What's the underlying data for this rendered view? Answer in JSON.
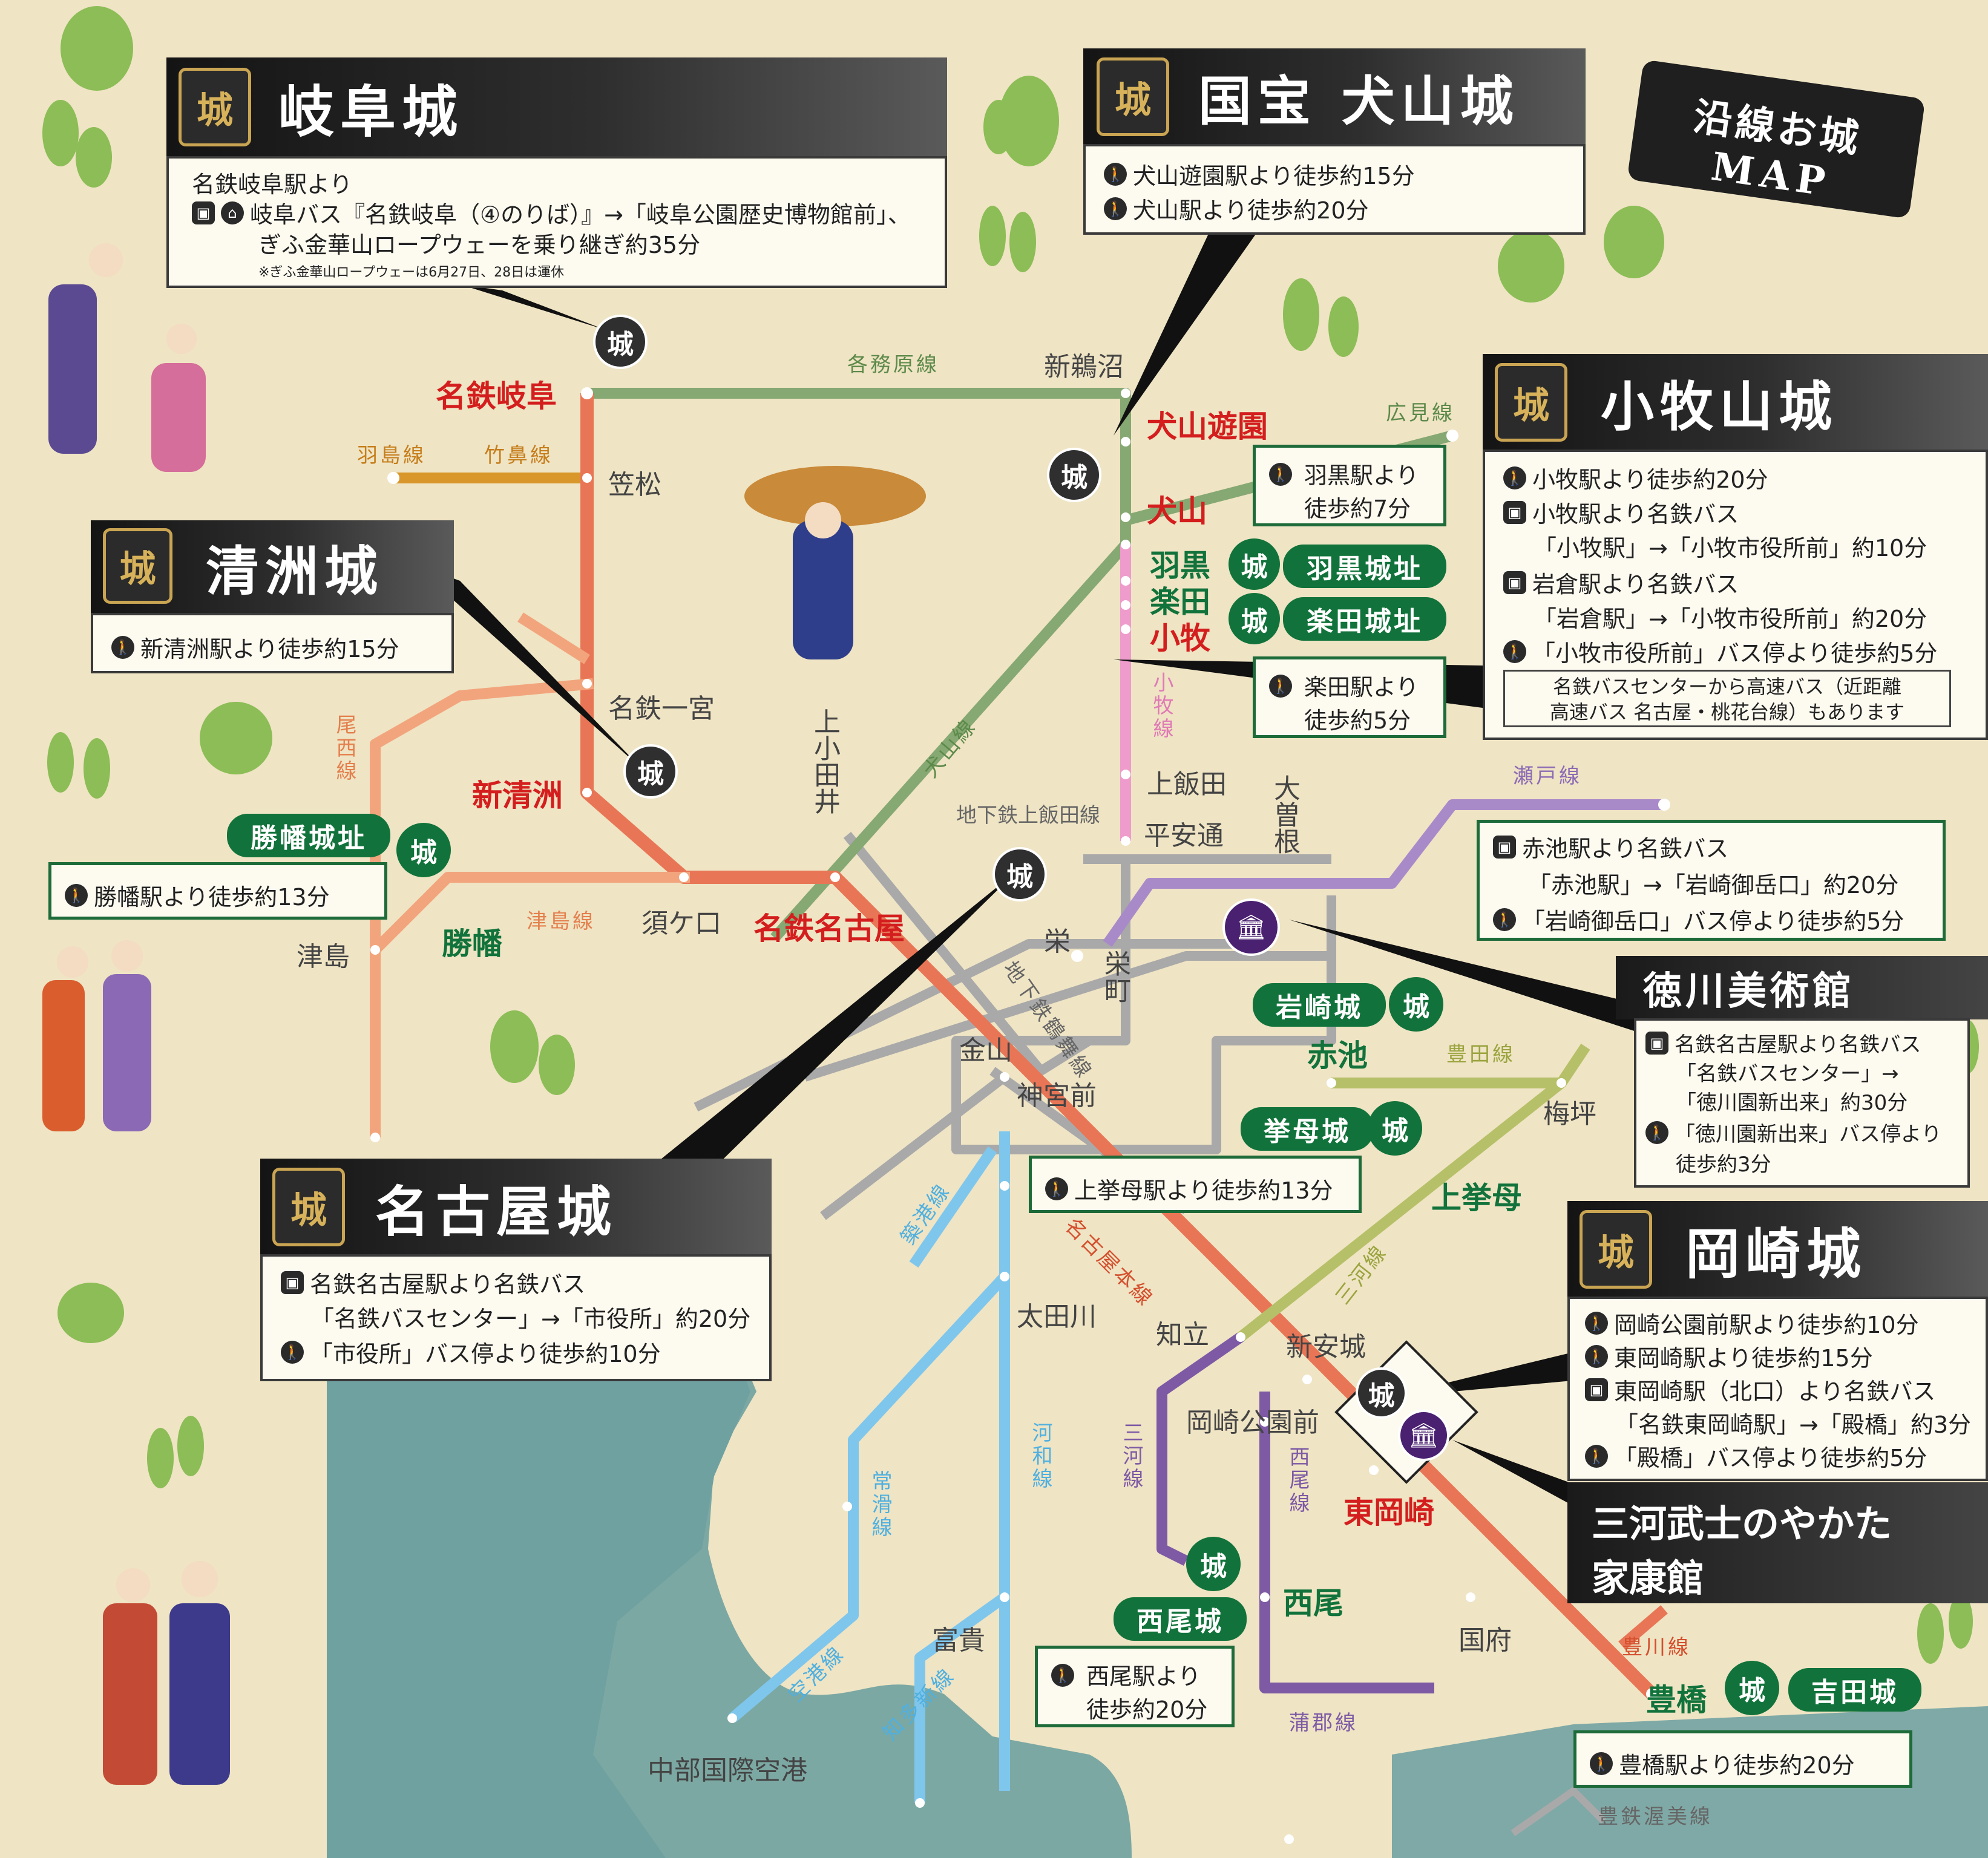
{
  "title": {
    "line1": "沿線お城",
    "line2": "MAP"
  },
  "colors": {
    "meitetsu_main": "#e87656",
    "inuyama": "#86a872",
    "komaki": "#ee9ccc",
    "seto": "#a98ac9",
    "mikawa": "#7e5aa5",
    "toyota": "#b6c068",
    "tokoname": "#7fc6ec",
    "subway": "#a9a9a9",
    "oshima": "#f2a57d",
    "hashima": "#d9962b",
    "bay": "#6fa1a0",
    "castle_green": "#11733b"
  },
  "castles": {
    "gifu": {
      "name": "岐阜城",
      "lines": [
        "名鉄岐阜駅より",
        "岐阜バス『名鉄岐阜（④のりば）』→「岐阜公園歴史博物館前」、",
        "ぎふ金華山ロープウェーを乗り継ぎ約35分"
      ],
      "note": "※ぎふ金華山ロープウェーは6月27日、28日は運休"
    },
    "inuyama": {
      "name": "国宝 犬山城",
      "lines": [
        "犬山遊園駅より徒歩約15分",
        "犬山駅より徒歩約20分"
      ]
    },
    "komaki": {
      "name": "小牧山城",
      "lines": [
        "小牧駅より徒歩約20分",
        "小牧駅より名鉄バス",
        "「小牧駅」→「小牧市役所前」約10分",
        "岩倉駅より名鉄バス",
        "「岩倉駅」→「小牧市役所前」約20分",
        "「小牧市役所前」バス停より徒歩約5分"
      ],
      "note1": "名鉄バスセンターから高速バス（近距離",
      "note2": "高速バス 名古屋・桃花台線）もあります"
    },
    "kiyosu": {
      "name": "清洲城",
      "lines": [
        "新清洲駅より徒歩約15分"
      ]
    },
    "nagoya": {
      "name": "名古屋城",
      "lines": [
        "名鉄名古屋駅より名鉄バス",
        "「名鉄バスセンター」→「市役所」約20分",
        "「市役所」バス停より徒歩約10分"
      ]
    },
    "okazaki": {
      "name": "岡崎城",
      "lines": [
        "岡崎公園前駅より徒歩約10分",
        "東岡崎駅より徒歩約15分",
        "東岡崎駅（北口）より名鉄バス",
        "「名鉄東岡崎駅」→「殿橋」約3分",
        "「殿橋」バス停より徒歩約5分"
      ]
    }
  },
  "tokugawa": {
    "name": "徳川美術館",
    "lines": [
      "名鉄名古屋駅より名鉄バス",
      "「名鉄バスセンター」→",
      "「徳川園新出来」約30分",
      "「徳川園新出来」バス停より",
      "徒歩約3分"
    ]
  },
  "ieyasu": {
    "line1": "三河武士のやかた",
    "line2": "家康館"
  },
  "small_castles": {
    "hakuro": "羽黒城址",
    "gakuden": "楽田城址",
    "shobata": "勝幡城址",
    "iwasaki": "岩崎城",
    "koromo": "挙母城",
    "nishio": "西尾城",
    "yoshida": "吉田城"
  },
  "access": {
    "hakuro": [
      "羽黒駅より",
      "徒歩約7分"
    ],
    "gakuden": [
      "楽田駅より",
      "徒歩約5分"
    ],
    "shobata": "勝幡駅より徒歩約13分",
    "iwasaki": [
      "赤池駅より名鉄バス",
      "「赤池駅」→「岩崎御岳口」約20分",
      "「岩崎御岳口」バス停より徒歩約5分"
    ],
    "koromo": "上挙母駅より徒歩約13分",
    "nishio": [
      "西尾駅より",
      "徒歩約20分"
    ],
    "yoshida": "豊橋駅より徒歩約20分"
  },
  "castle_glyph": "城",
  "museum_glyph": "🏛",
  "icon_names": {
    "walk": "walk-icon",
    "bus": "bus-icon",
    "ropeway": "ropeway-icon"
  },
  "stations": {
    "meitetsu_gifu": "名鉄岐阜",
    "kasamatsu": "笠松",
    "meitetsu_ichinomiya": "名鉄一宮",
    "shin_kiyosu": "新清洲",
    "sukaguchi": "須ケ口",
    "meitetsu_nagoya": "名鉄名古屋",
    "shin_unuma": "新鵜沼",
    "inuyama_yuen": "犬山遊園",
    "inuyama": "犬山",
    "haguro": "羽黒",
    "gakuden": "楽田",
    "komaki": "小牧",
    "kami_otai": "上小田井",
    "kami_iida": "上飯田",
    "heian_dori": "平安通",
    "ozone": "大曽根",
    "sakae": "栄",
    "sakaemachi": "栄町",
    "kanayama": "金山",
    "jingu_mae": "神宮前",
    "akaike": "赤池",
    "umetsubo": "梅坪",
    "kami_koromo": "上挙母",
    "otagawa": "太田川",
    "chiryu": "知立",
    "shin_anjo": "新安城",
    "okazaki_koen_mae": "岡崎公園前",
    "higashi_okazaki": "東岡崎",
    "nishio": "西尾",
    "kokufu": "国府",
    "toyohashi": "豊橋",
    "tomiki": "富貴",
    "chubu_airport": "中部国際空港",
    "tsushima": "津島",
    "shobata": "勝幡"
  },
  "line_names": {
    "kakamigahara": "各務原線",
    "hiromi": "広見線",
    "hashima": "羽島線",
    "takehana": "竹鼻線",
    "bisai": "尾西線",
    "inuyama": "犬山線",
    "komaki": "小牧線",
    "tsushima": "津島線",
    "kamiiida_subway": "地下鉄上飯田線",
    "seto": "瀬戸線",
    "tsurumai": "地下鉄鶴舞線",
    "toyota": "豊田線",
    "chikko": "築港線",
    "nagoya_main": "名古屋本線",
    "mikawa_n": "三河線",
    "mikawa_s": "三河線",
    "nishio": "西尾線",
    "kowa": "河和線",
    "tokoname": "常滑線",
    "airport": "空港線",
    "chita_shin": "知多新線",
    "gamagori": "蒲郡線",
    "toyokawa": "豊川線",
    "atsumi": "豊鉄渥美線"
  }
}
